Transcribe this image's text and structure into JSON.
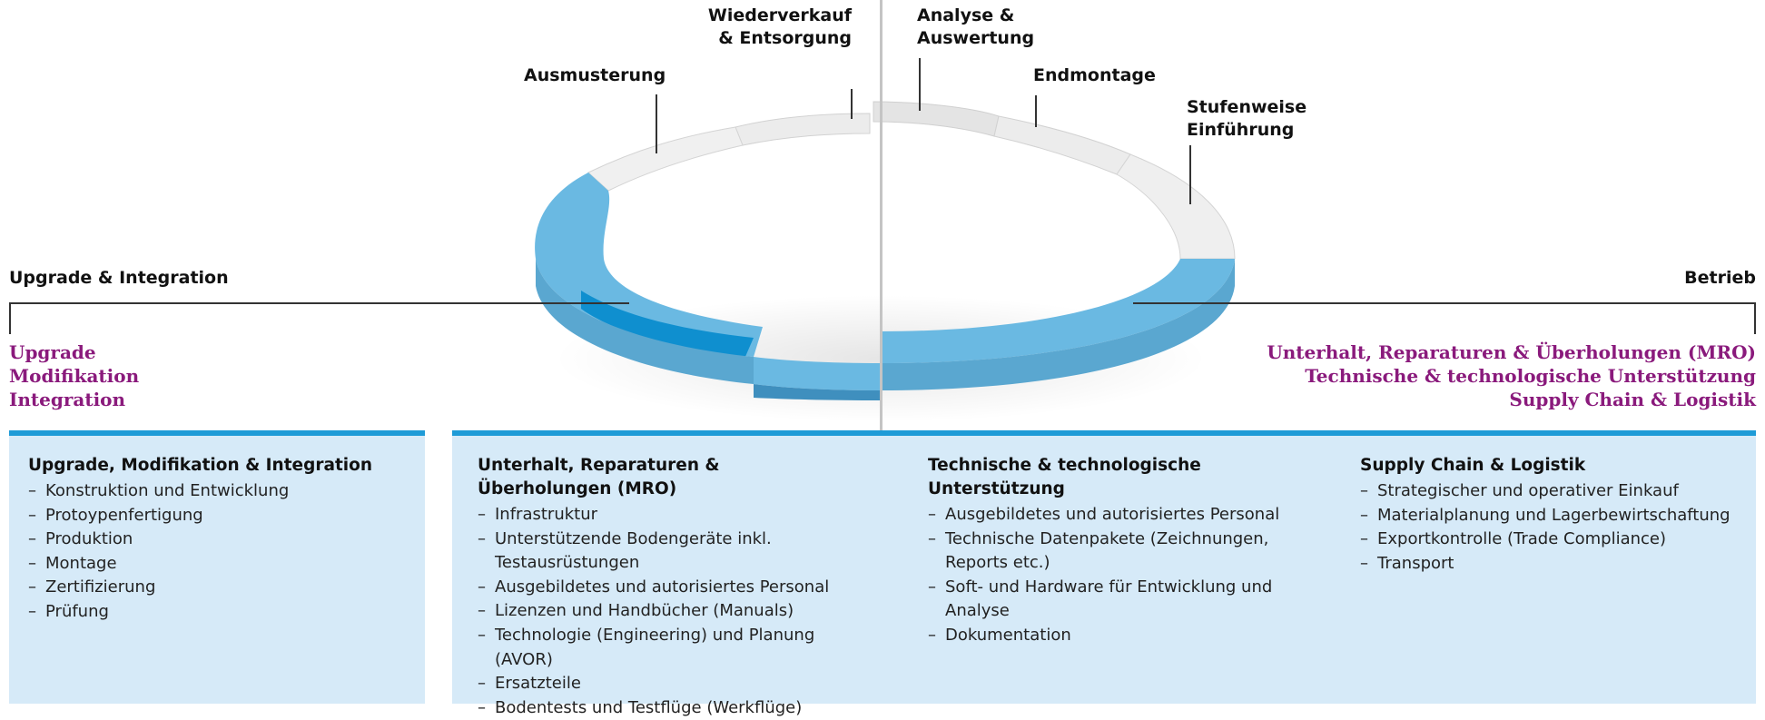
{
  "phases": {
    "wiederverkauf": [
      "Wiederverkauf",
      "& Entsorgung"
    ],
    "analyse": [
      "Analyse &",
      "Auswertung"
    ],
    "ausmusterung": "Ausmusterung",
    "endmontage": "Endmontage",
    "einfuehrung": [
      "Stufenweise",
      "Einführung"
    ],
    "upgrade": "Upgrade & Integration",
    "betrieb": "Betrieb"
  },
  "left_services": [
    "Upgrade",
    "Modifikation",
    "Integration"
  ],
  "right_services": [
    "Unterhalt, Reparaturen & Überholungen (MRO)",
    "Technische & technologische Unterstützung",
    "Supply Chain & Logistik"
  ],
  "colors": {
    "accent_blue": "#1e9bd7",
    "panel_bg": "#d6eaf8",
    "ring_blue": "#6ab9e2",
    "ring_dark": "#0f8fcf",
    "ring_grey": "#e6e6e6",
    "purple": "#8a1a7c"
  },
  "panels": [
    {
      "title": [
        "Upgrade, Modifikation & Integration"
      ],
      "items": [
        "Konstruktion und Entwicklung",
        "Protoypenfertigung",
        "Produktion",
        "Montage",
        "Zertifizierung",
        "Prüfung"
      ]
    },
    {
      "title": [
        "Unterhalt, Reparaturen &",
        "Überholungen (MRO)"
      ],
      "items": [
        "Infrastruktur",
        "Unterstützende Bodengeräte inkl. Testausrüstungen",
        "Ausgebildetes und autorisiertes Personal",
        "Lizenzen und Handbücher (Manuals)",
        "Technologie (Engineering) und Planung (AVOR)",
        "Ersatzteile",
        "Bodentests und Testflüge (Werkflüge)"
      ]
    },
    {
      "title": [
        "Technische & technologische",
        "Unterstützung"
      ],
      "items": [
        "Ausgebildetes und autorisiertes Personal",
        "Technische Datenpakete (Zeichnungen, Reports etc.)",
        "Soft- und Hardware für Entwicklung und Analyse",
        "Dokumentation"
      ]
    },
    {
      "title": [
        "Supply Chain & Logistik"
      ],
      "items": [
        "Strategischer und operativer Einkauf",
        "Materialplanung und Lagerbewirtschaftung",
        "Exportkontrolle (Trade Compliance)",
        "Transport"
      ]
    }
  ]
}
